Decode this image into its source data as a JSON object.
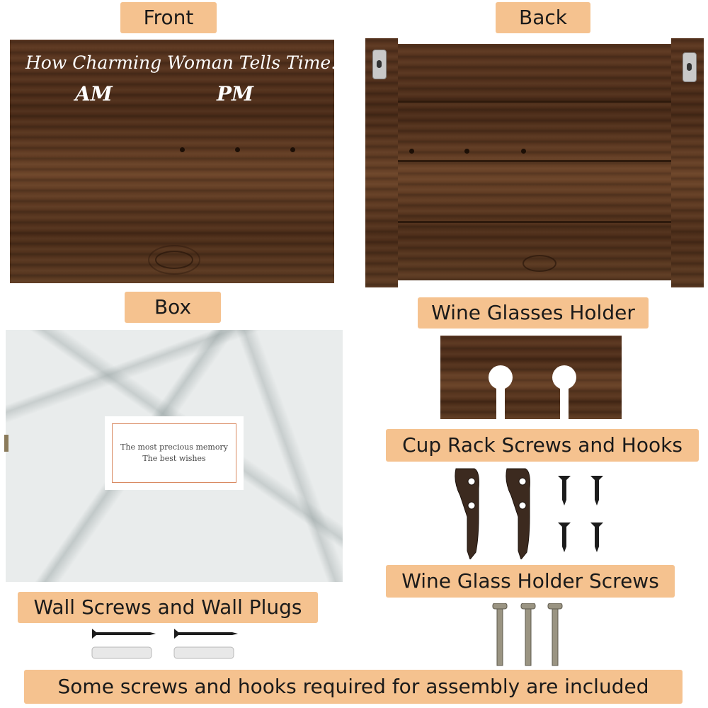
{
  "labels": {
    "front": "Front",
    "back": "Back",
    "box": "Box",
    "wine_glasses_holder": "Wine Glasses Holder",
    "cup_rack_screws": "Cup Rack Screws and Hooks",
    "wine_glass_holder_screws": "Wine Glass Holder Screws",
    "wall_screws": "Wall Screws and Wall Plugs",
    "footer": "Some screws and hooks required for assembly are included"
  },
  "front_board": {
    "headline": "How Charming Woman Tells Time...",
    "am": "AM",
    "pm": "PM"
  },
  "box_card": {
    "line1": "The most precious memory",
    "line2": "The best wishes"
  },
  "colors": {
    "label_bg": "#f5c28f",
    "wood": "#5a3620",
    "marble": "#e9ecec",
    "card_border": "#d98a62"
  }
}
